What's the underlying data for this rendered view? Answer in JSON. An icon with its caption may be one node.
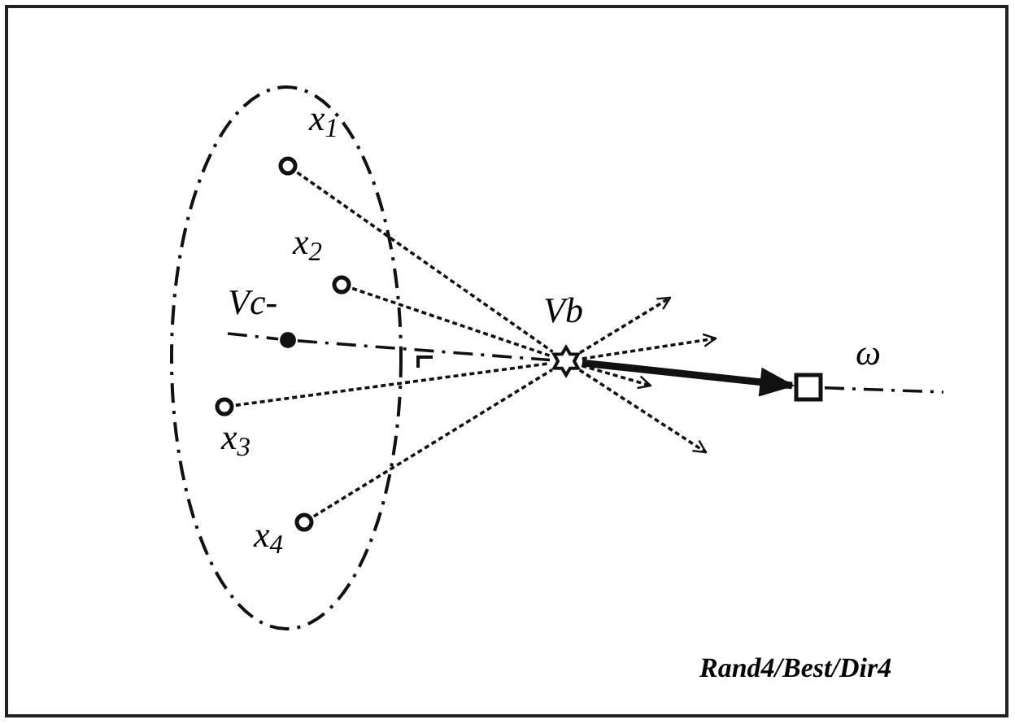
{
  "diagram": {
    "nodes": [
      {
        "text": [],
        "shape": "ellipse"
      },
      {
        "text": [],
        "shape": "circle",
        "in": 0,
        "beside": [
          "x$_{1}$"
        ]
      },
      {
        "text": [],
        "shape": "circle",
        "in": 0,
        "beside": [
          "x$_{2}$"
        ]
      },
      {
        "text": [],
        "shape": "dot",
        "in": 0,
        "beside": [
          "Vc-"
        ]
      },
      {
        "text": [],
        "shape": "circle",
        "in": 0,
        "beside": [
          "x$_{3}$"
        ]
      },
      {
        "text": [],
        "shape": "circle",
        "in": 0,
        "beside": [
          "x$_{4}$"
        ]
      },
      {
        "text": [],
        "shape": "star",
        "beside": [
          "Vb"
        ]
      },
      {
        "text": [],
        "shape": "box",
        "beside": [
          "ω"
        ]
      }
    ],
    "edges": [
      {
        "from": 1,
        "to": 6,
        "arrow": "none",
        "style": "dashed"
      },
      {
        "from": 2,
        "to": 6,
        "arrow": "none",
        "style": "dashed"
      },
      {
        "from": 4,
        "to": 6,
        "arrow": "none",
        "style": "dashed"
      },
      {
        "from": 5,
        "to": 6,
        "arrow": "none",
        "style": "dashed"
      },
      {
        "from": null,
        "to": 3,
        "arrow": "none",
        "style": "dashed"
      },
      {
        "from": 3,
        "to": 6,
        "arrow": "none",
        "style": "dashed"
      },
      {
        "from": 6,
        "to": null,
        "arrow": "to",
        "style": "dashed"
      },
      {
        "from": 6,
        "to": null,
        "arrow": "to",
        "style": "dashed"
      },
      {
        "from": 6,
        "to": null,
        "arrow": "to",
        "style": "dashed"
      },
      {
        "from": 6,
        "to": null,
        "arrow": "to",
        "style": "dashed"
      },
      {
        "from": 6,
        "to": 7,
        "arrow": "to",
        "style": "thick"
      },
      {
        "from": 7,
        "to": null,
        "arrow": "none",
        "style": "dashed"
      }
    ],
    "labels": [
      "Rand4/Best/Dir4"
    ]
  }
}
